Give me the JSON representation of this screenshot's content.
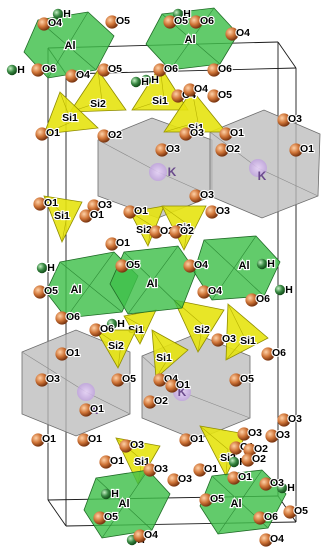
{
  "colors": {
    "oxygen": "#c8672e",
    "hydrogen": "#2f7f3a",
    "al_poly": "#3fbf4a",
    "si_poly": "#e6e30f",
    "k_poly": "#bdbdbd",
    "k_core": "#d8b8f0",
    "cell_edge": "#1a1a1a"
  },
  "polyhedra": {
    "al": [
      "Al",
      "Al",
      "Al",
      "Al",
      "Al",
      "Al"
    ],
    "si": [
      "Si2",
      "Si1",
      "Si1",
      "Si1",
      "Si1",
      "Si2",
      "Si1",
      "Si2",
      "Si1",
      "Si2",
      "Si1"
    ],
    "k": [
      "K",
      "K",
      "K",
      "K"
    ]
  },
  "atoms": {
    "oxygen": [
      "O4",
      "O5",
      "O6",
      "O4",
      "O5",
      "O5",
      "O6",
      "O4",
      "O6",
      "O4",
      "O6",
      "O5",
      "O4",
      "O1",
      "O2",
      "O3",
      "O1",
      "O3",
      "O2",
      "O1",
      "O3",
      "O1",
      "O3",
      "O1",
      "O3",
      "O2",
      "O1",
      "O2",
      "O3",
      "O1",
      "O5",
      "O4",
      "O5",
      "O6",
      "O4",
      "O6",
      "O3",
      "O6",
      "O1",
      "O5",
      "O4",
      "O6",
      "O3",
      "O5",
      "O1",
      "O2",
      "O1",
      "O3",
      "O1",
      "O1",
      "O3",
      "O3",
      "O1",
      "O1",
      "O3",
      "O3",
      "O2",
      "O2",
      "O1",
      "O3",
      "O1",
      "O1",
      "O3",
      "O5",
      "O4",
      "O5",
      "O6",
      "O4",
      "O5"
    ],
    "hydrogen": [
      "H",
      "H",
      "H",
      "H",
      "H",
      "H",
      "H",
      "H",
      "H",
      "H",
      "H",
      "H",
      "H"
    ]
  }
}
